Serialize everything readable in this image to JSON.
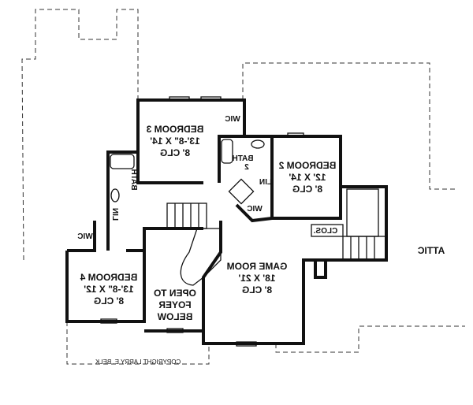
{
  "rooms": {
    "bedroom3": {
      "name": "BEDROOM 3",
      "size": "13'-8\" X 14'",
      "ceiling": "8' CLG"
    },
    "bedroom2": {
      "name": "BEDROOM 2",
      "size": "12' X 14'",
      "ceiling": "8' CLG"
    },
    "bedroom4": {
      "name": "BEDROOM 4",
      "size": "13'-8\" X 12'",
      "ceiling": "8' CLG"
    },
    "game_room": {
      "name": "GAME ROOM",
      "size": "18' X 21'",
      "ceiling": "8' CLG"
    },
    "foyer": {
      "line1": "OPEN TO",
      "line2": "FOYER",
      "line3": "BELOW"
    }
  },
  "small_labels": {
    "wic": "WIC",
    "bath": "BATH",
    "bath2_a": "BATH",
    "bath2_b": "2",
    "lin": "LIN",
    "clos": "CLOS.",
    "attic": "ATTIC"
  },
  "copyright": "COPYRIGHT LARRY E. BELK"
}
